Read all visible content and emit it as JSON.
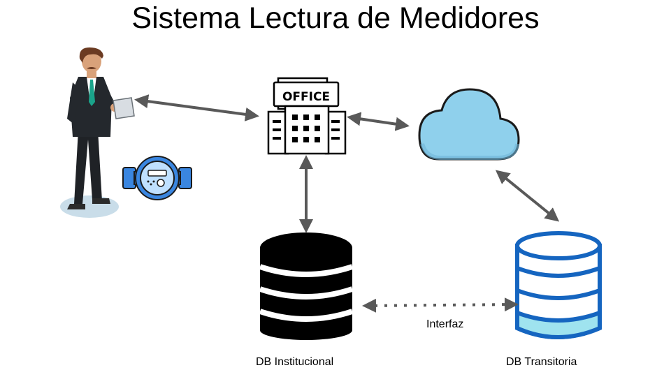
{
  "title": "Sistema Lectura de Medidores",
  "nodes": {
    "technician": {
      "icon": "technician-with-tablet-icon"
    },
    "meter": {
      "icon": "water-meter-icon"
    },
    "office": {
      "icon": "office-building-icon",
      "sign_text": "OFFICE"
    },
    "cloud": {
      "icon": "cloud-icon"
    },
    "db_institucional": {
      "icon": "database-icon",
      "label": "DB Institucional",
      "color": "#000000"
    },
    "db_transitoria": {
      "icon": "database-icon",
      "label": "DB Transitoria",
      "color": "#1565c0"
    }
  },
  "edges": [
    {
      "from": "technician",
      "to": "office",
      "style": "solid",
      "direction": "both"
    },
    {
      "from": "office",
      "to": "cloud",
      "style": "solid",
      "direction": "both"
    },
    {
      "from": "office",
      "to": "db_institucional",
      "style": "solid",
      "direction": "both"
    },
    {
      "from": "cloud",
      "to": "db_transitoria",
      "style": "solid",
      "direction": "both"
    },
    {
      "from": "db_institucional",
      "to": "db_transitoria",
      "style": "dotted",
      "direction": "both",
      "label": "Interfaz"
    }
  ],
  "colors": {
    "arrow": "#595959",
    "cloud_fill": "#8fd0ec",
    "cloud_stroke": "#1a1a1a",
    "meter_blue": "#3a86e0",
    "db_transitoria_blue": "#1565c0",
    "db_transitoria_bottom": "#9fe3ef"
  }
}
